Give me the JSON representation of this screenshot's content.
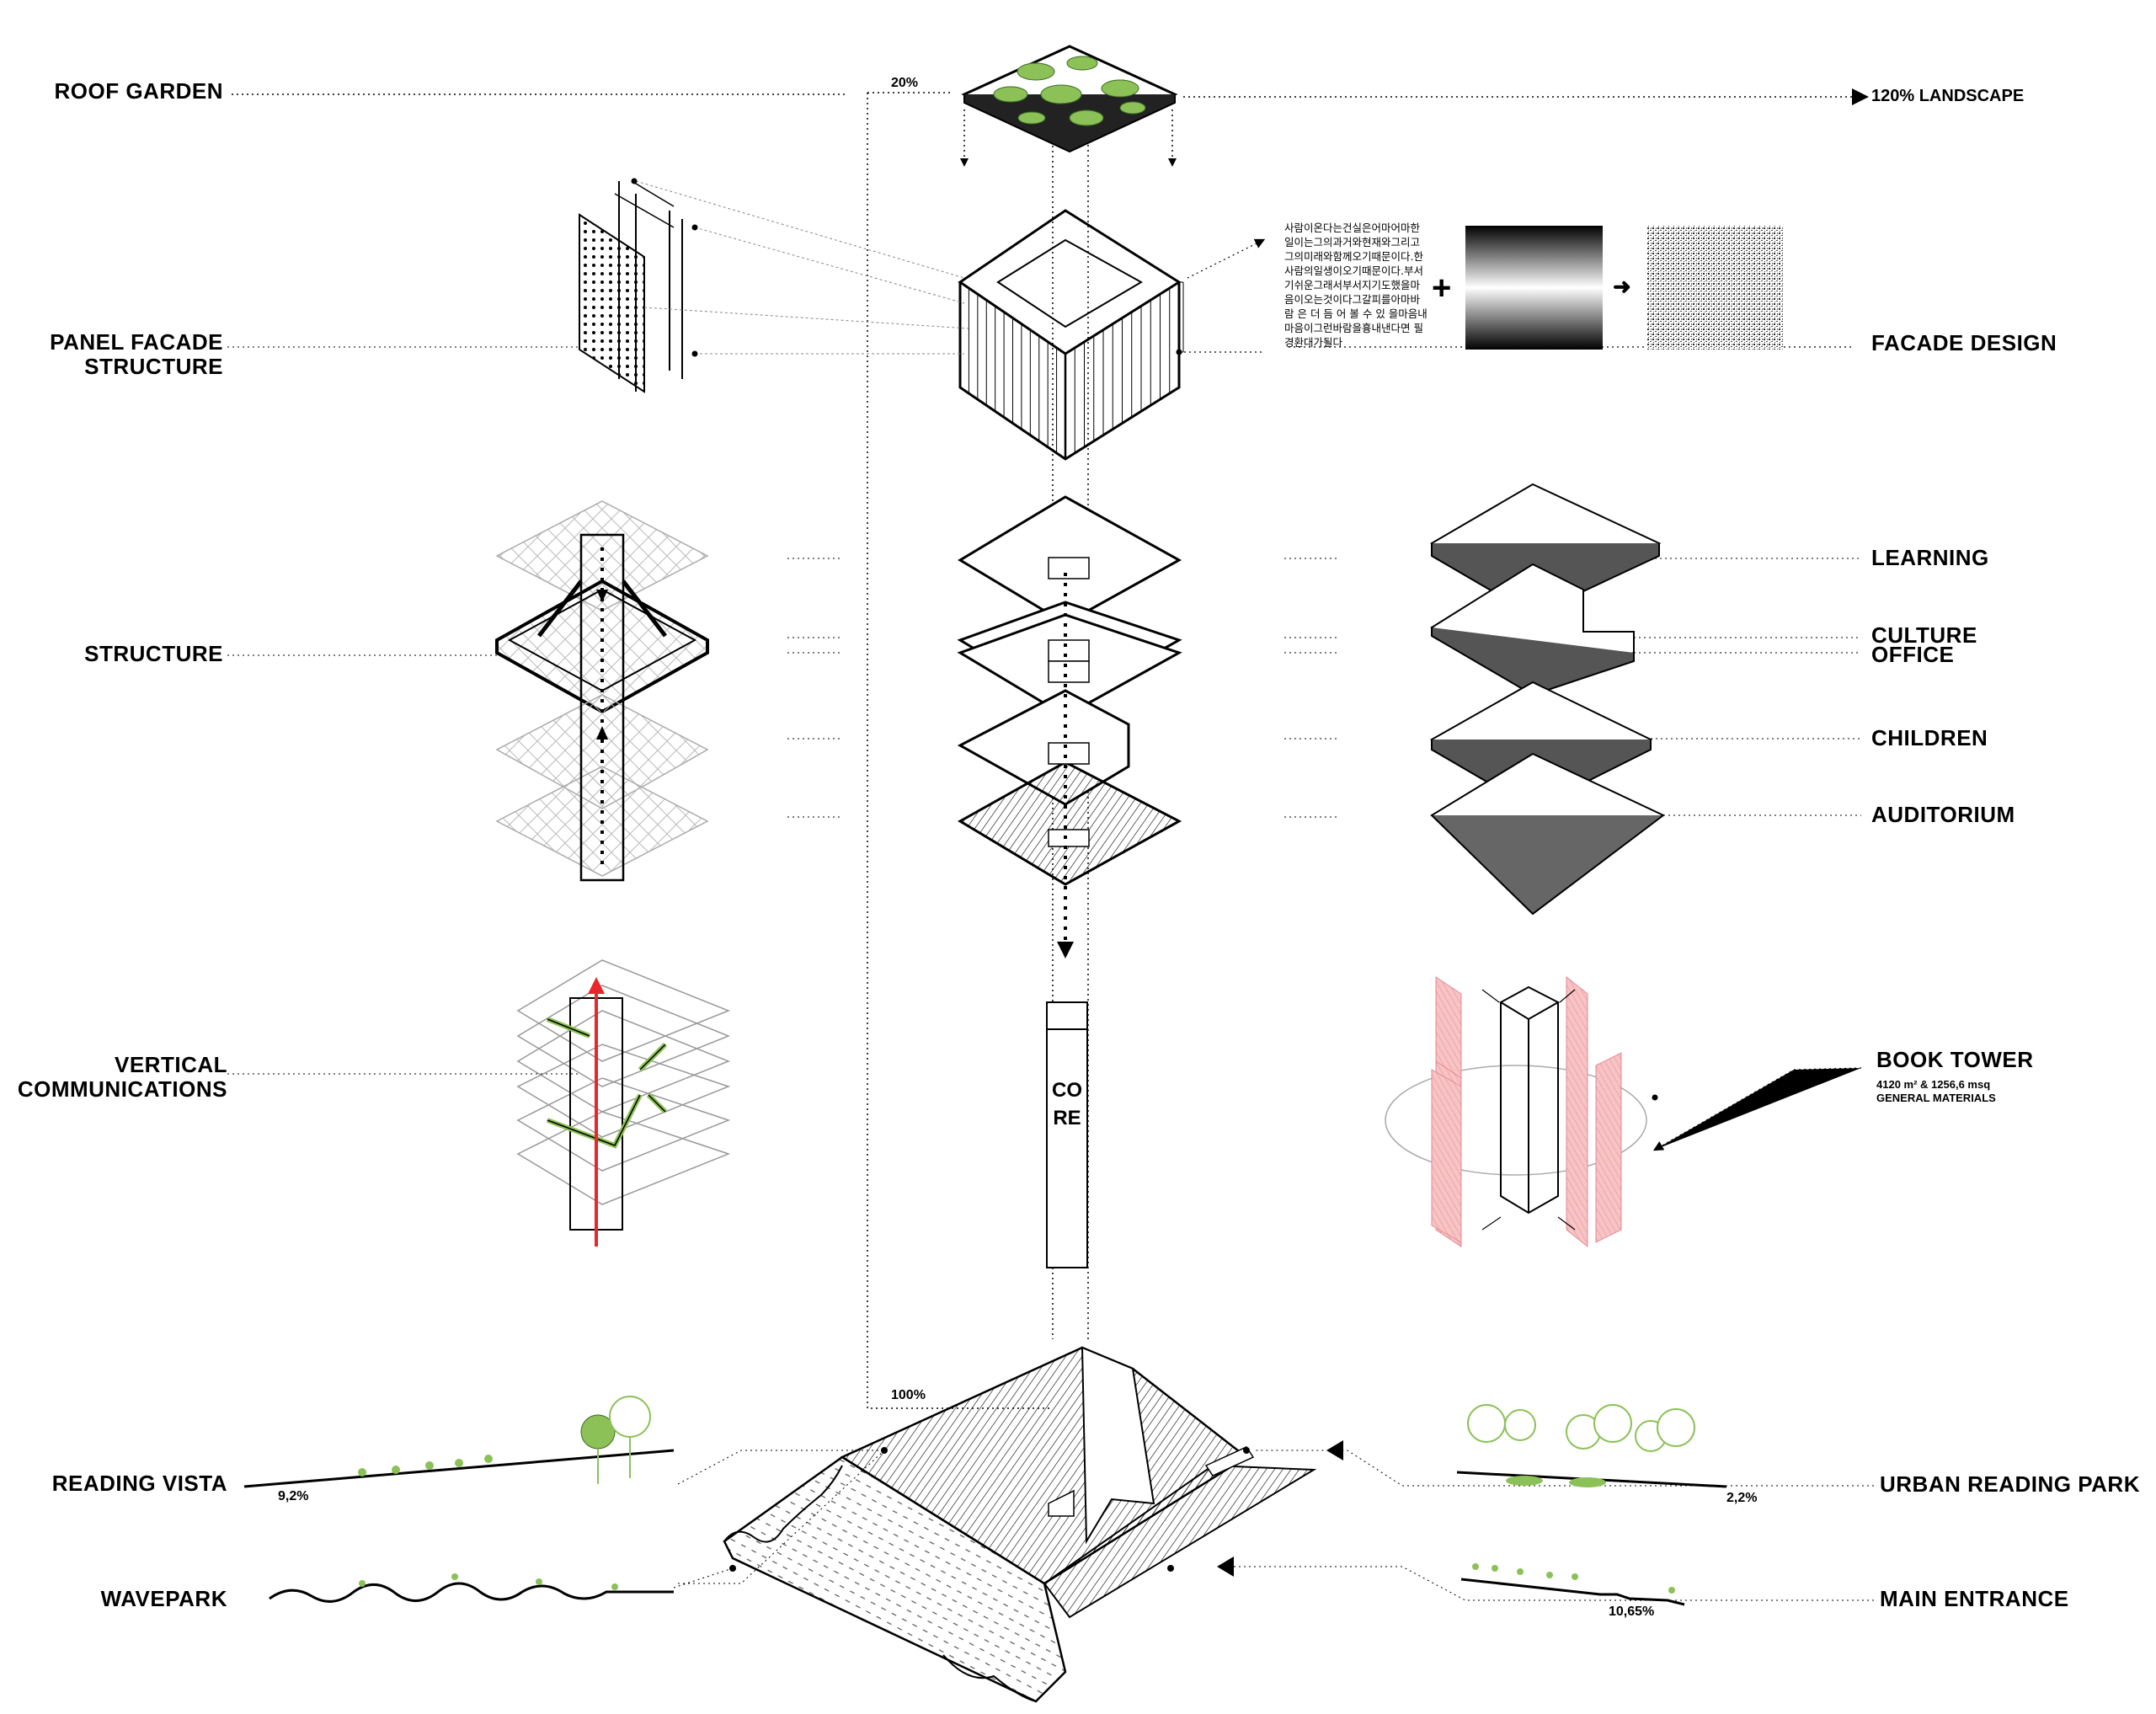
{
  "labels_left": {
    "roof_garden": "ROOF GARDEN",
    "panel_facade_1": "PANEL FACADE",
    "panel_facade_2": "STRUCTURE",
    "structure": "STRUCTURE",
    "vertical_comm_1": "VERTICAL",
    "vertical_comm_2": "COMMUNICATIONS",
    "reading_vista": "READING VISTA",
    "wavepark": "WAVEPARK"
  },
  "labels_right": {
    "landscape": "120% LANDSCAPE",
    "facade_design": "FACADE DESIGN",
    "learning": "LEARNING",
    "culture": "CULTURE",
    "office": "OFFICE",
    "children": "CHILDREN",
    "auditorium": "AUDITORIUM",
    "book_tower": "BOOK TOWER",
    "book_tower_area": "4120 m² & 1256,6 msq",
    "book_tower_materials": "GENERAL MATERIALS",
    "urban_reading_park": "URBAN READING PARK",
    "main_entrance": "MAIN ENTRANCE"
  },
  "percentages": {
    "top": "20%",
    "bottom": "100%",
    "reading_vista": "9,2%",
    "urban_park": "2,2%",
    "main_entrance": "10,65%"
  },
  "core": {
    "text": "CORE"
  },
  "facade_text": "사람이온다는건실은어마어마한일이는그의과거와현재와그리고그의미래와함께오기때문이다.한사람의일생이오기때문이다.부서기쉬운그래서부서지기도했을마음이오는것이다그갈피를아마바람 은 더 듬 어 볼 수 있 을마음내마음이그런바람을흉내낸다면 필경환대가될다",
  "symbols": {
    "plus": "+",
    "arrow": "➜"
  },
  "colors": {
    "green": "#8cc157",
    "pink": "#f4a9ad",
    "red": "#e8262b",
    "line": "#000000"
  }
}
